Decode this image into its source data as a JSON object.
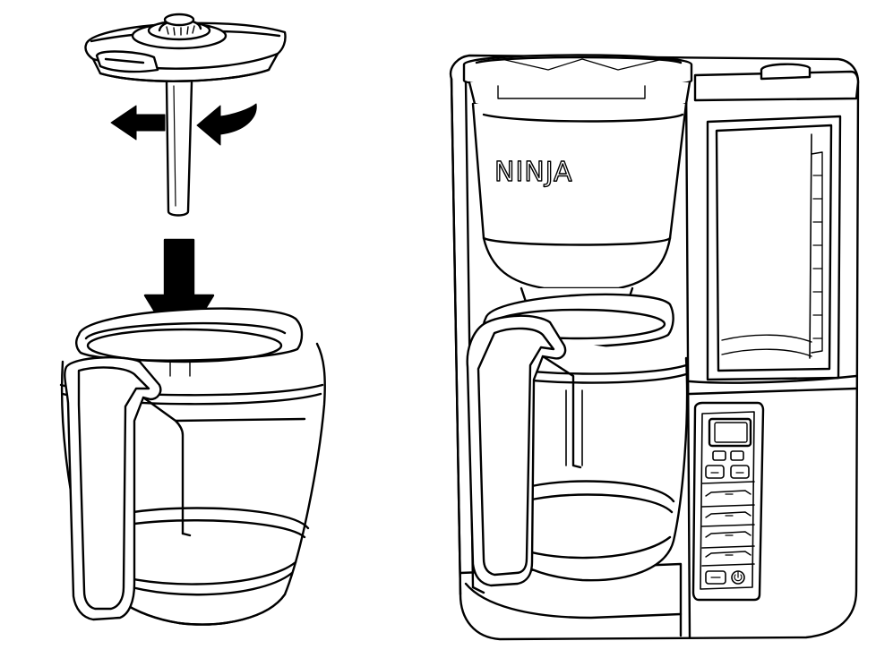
{
  "brand_logo": "NINJA",
  "colors": {
    "line": "#000000",
    "fill": "#ffffff"
  },
  "steps": [
    {
      "name": "twist-lid",
      "icon": "twist-arrows-icon"
    },
    {
      "name": "insert-lid",
      "icon": "down-arrow-icon"
    }
  ]
}
